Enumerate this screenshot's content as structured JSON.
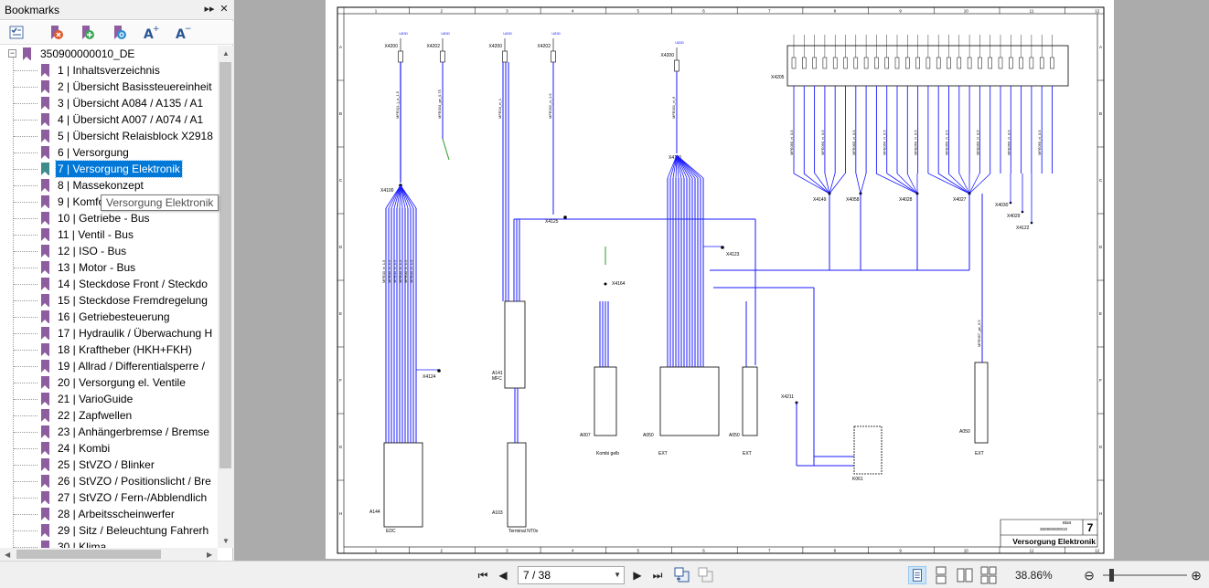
{
  "sidebar": {
    "title": "Bookmarks",
    "root": "350900000010_DE",
    "items": [
      {
        "label": "1 | Inhaltsverzeichnis"
      },
      {
        "label": "2 | Übersicht Basissteuereinheit"
      },
      {
        "label": "3 | Übersicht A084 / A135 / A1"
      },
      {
        "label": "4 | Übersicht A007 / A074 / A1"
      },
      {
        "label": "5 | Übersicht Relaisblock X2918"
      },
      {
        "label": "6 | Versorgung"
      },
      {
        "label": "7 | Versorgung Elektronik"
      },
      {
        "label": "8 | Massekonzept"
      },
      {
        "label": "9 | Komfort - Bus"
      },
      {
        "label": "10 | Getriebe - Bus"
      },
      {
        "label": "11 | Ventil - Bus"
      },
      {
        "label": "12 | ISO - Bus"
      },
      {
        "label": "13 | Motor - Bus"
      },
      {
        "label": "14 | Steckdose Front / Steckdo"
      },
      {
        "label": "15 | Steckdose Fremdregelung"
      },
      {
        "label": "16 | Getriebesteuerung"
      },
      {
        "label": "17 | Hydraulik / Überwachung H"
      },
      {
        "label": "18 | Kraftheber (HKH+FKH)"
      },
      {
        "label": "19 | Allrad / Differentialsperre /"
      },
      {
        "label": "20 | Versorgung el. Ventile"
      },
      {
        "label": "21 | VarioGuide"
      },
      {
        "label": "22 | Zapfwellen"
      },
      {
        "label": "23 | Anhängerbremse / Bremse"
      },
      {
        "label": "24 | Kombi"
      },
      {
        "label": "25 | StVZO / Blinker"
      },
      {
        "label": "26 | StVZO / Positionslicht / Bre"
      },
      {
        "label": "27 | StVZO / Fern-/Abblendlich"
      },
      {
        "label": "28 | Arbeitsscheinwerfer"
      },
      {
        "label": "29 | Sitz / Beleuchtung Fahrerh"
      },
      {
        "label": "30 | Klima"
      }
    ],
    "selected_index": 6,
    "tooltip": "Versorgung Elektronik"
  },
  "statusbar": {
    "page_display": "7 / 38",
    "zoom": "38.86%"
  },
  "drawing": {
    "sheet_title": "Versorgung Elektronik",
    "sheet_number": "7",
    "blatt_label": "Blatt",
    "doc_number": "350900000010",
    "col_numbers": [
      "1",
      "2",
      "3",
      "4",
      "5",
      "6",
      "7",
      "8",
      "9",
      "10",
      "11",
      "12"
    ],
    "row_letters": [
      "A",
      "B",
      "C",
      "D",
      "E",
      "F",
      "G",
      "H"
    ],
    "connectors": {
      "x4200_a": "X4200",
      "x4202_a": "X4202",
      "x4200_b": "X4200",
      "x4202_b": "X4202",
      "x4200_c": "X4200",
      "x4100": "X4100",
      "x4110": "X4110",
      "x4125": "X4125",
      "x4123": "X4123",
      "x4124": "X4124",
      "x4164": "X4164",
      "x4211": "X4211",
      "x4149": "X4149",
      "x4058": "X4058",
      "x4028": "X4028",
      "x4027": "X4027",
      "x4030": "X4030",
      "x4029": "X4029",
      "x4122": "X4122",
      "x4205": "X4205",
      "a144": "A144",
      "edc": "EDC",
      "a103": "A103",
      "terminal": "Terminal NT0x",
      "a141": "A141",
      "mfc": "MFC",
      "a007": "A007",
      "kombi": "Kombi gelb",
      "a050_a": "A050",
      "ext_a": "EXT",
      "a050_b": "A050",
      "ext_b": "EXT",
      "a050_c": "A050",
      "ext_c": "EXT",
      "k061": "K061"
    }
  }
}
